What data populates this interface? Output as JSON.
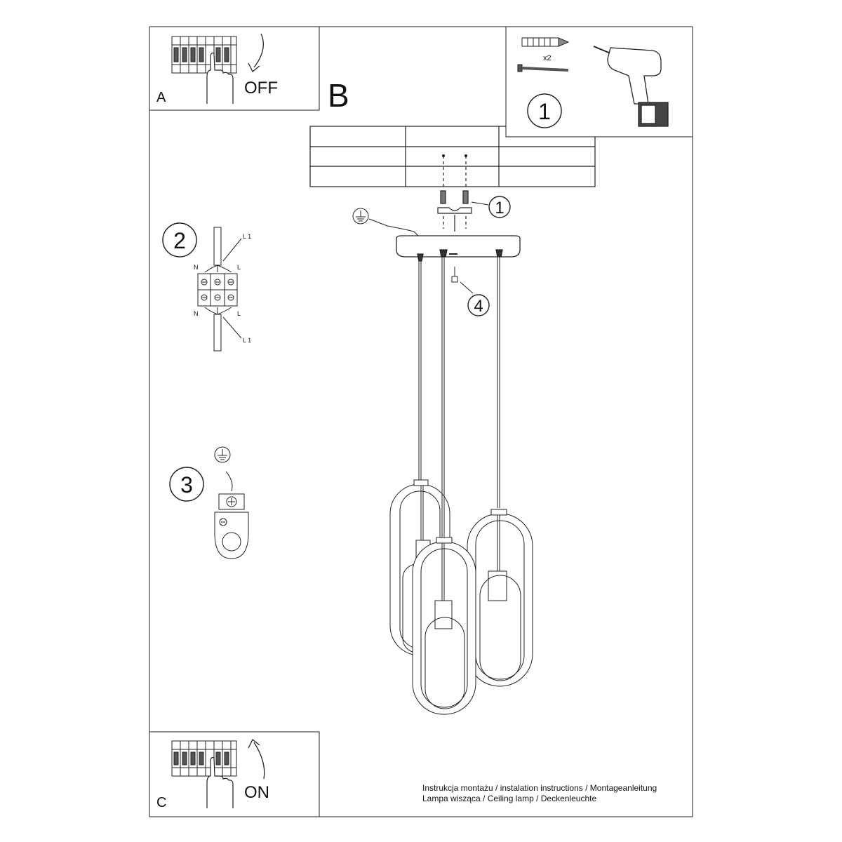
{
  "panels": {
    "a": {
      "letter": "A",
      "status": "OFF"
    },
    "b": {
      "letter": "B"
    },
    "c": {
      "letter": "C",
      "status": "ON"
    }
  },
  "tools": {
    "step": "1",
    "quantity": "x2"
  },
  "steps": {
    "mount": "1",
    "wiring": "2",
    "ground": "3",
    "screw": "4"
  },
  "wiring": {
    "l1_top": "L 1",
    "l1_bottom": "L 1",
    "n_top": "N",
    "l_top": "L",
    "n_bottom": "N",
    "l_bottom": "L"
  },
  "footer": {
    "line1": "Instrukcja montażu / instalation instructions / Montageanleitung",
    "line2": "Lampa wisząca / Ceiling lamp / Deckenleuchte"
  }
}
